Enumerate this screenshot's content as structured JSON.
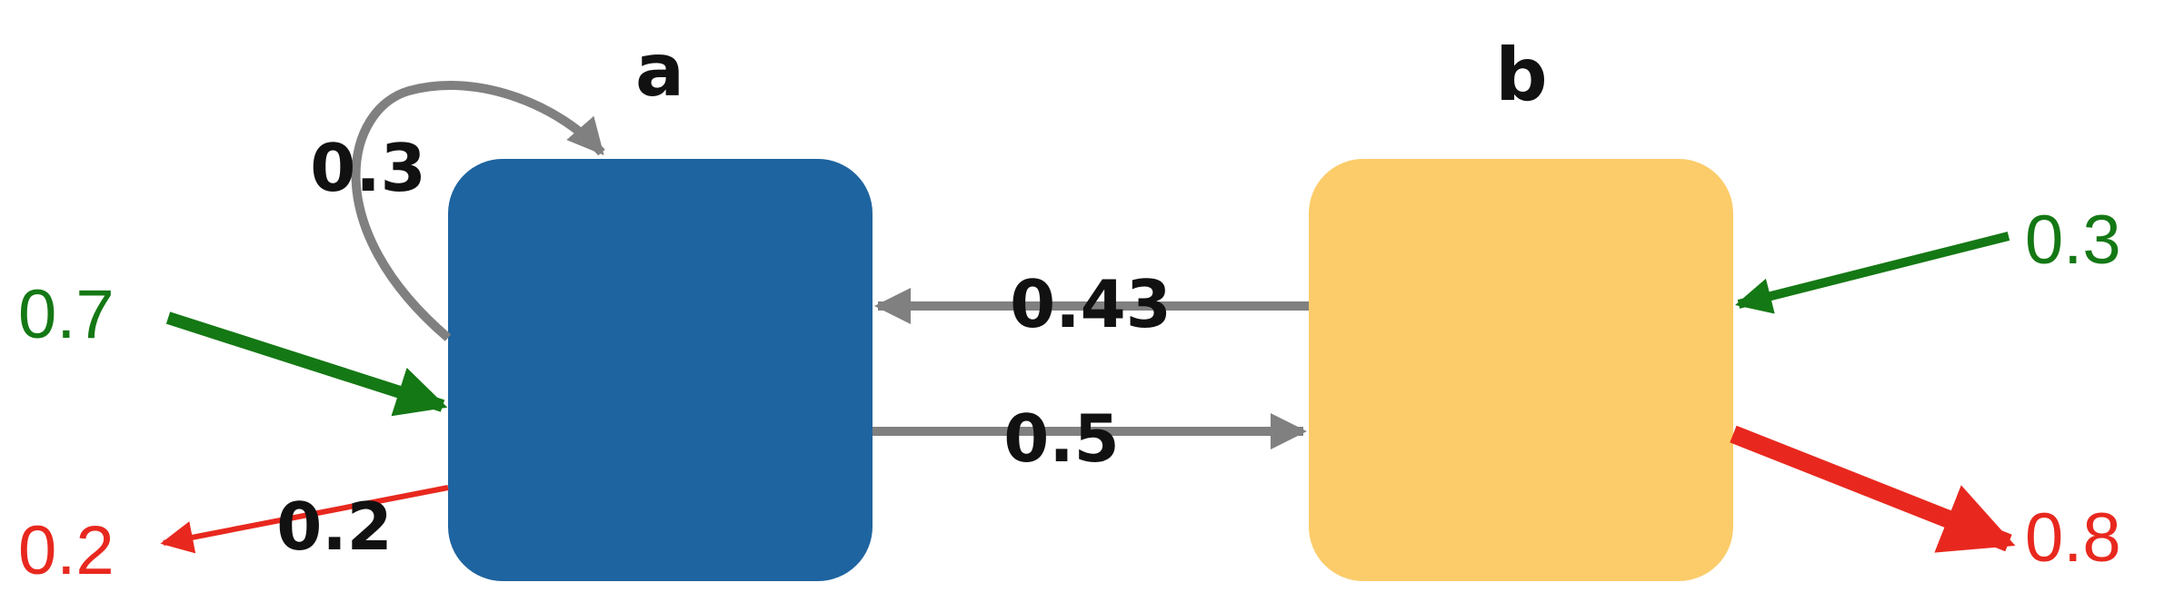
{
  "nodes": {
    "a": {
      "label": "a",
      "color": "#1e64a0"
    },
    "b": {
      "label": "b",
      "color": "#fccc6a"
    }
  },
  "edges": {
    "self_loop_a": {
      "label": "0.3",
      "color": "#808080"
    },
    "b_to_a": {
      "label": "0.43",
      "color": "#808080"
    },
    "a_to_b": {
      "label": "0.5",
      "color": "#808080"
    }
  },
  "inputs": {
    "into_a": {
      "label": "0.7",
      "color": "#147814"
    },
    "into_b": {
      "label": "0.3",
      "color": "#147814"
    }
  },
  "outputs": {
    "from_a": {
      "label": "0.2",
      "color": "#e8281e"
    },
    "from_a_edge_label": "0.2",
    "from_b": {
      "label": "0.8",
      "color": "#e8281e"
    }
  }
}
